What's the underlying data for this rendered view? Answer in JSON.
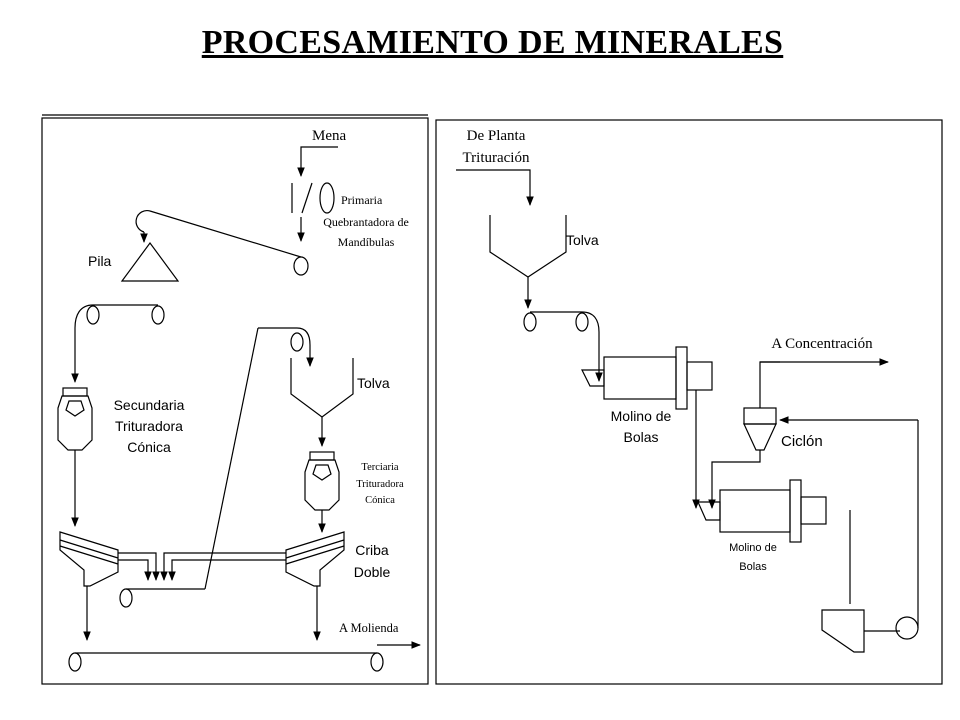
{
  "title": "PROCESAMIENTO DE MINERALES",
  "left": {
    "mena": "Mena",
    "primaria": [
      "Primaria",
      "Quebrantadora de",
      "Mandíbulas"
    ],
    "pila": "Pila",
    "secundaria": [
      "Secundaria",
      "Trituradora",
      "Cónica"
    ],
    "tolva": "Tolva",
    "terciaria": [
      "Terciaria",
      "Trituradora",
      "Cónica"
    ],
    "criba": [
      "Criba",
      "Doble"
    ],
    "a_molienda": "A Molienda"
  },
  "right": {
    "de_planta": [
      "De Planta",
      "Trituración"
    ],
    "tolva": "Tolva",
    "a_concentracion": "A Concentración",
    "molino1": [
      "Molino de",
      "Bolas"
    ],
    "ciclon": "Ciclón",
    "molino2": [
      "Molino de",
      "Bolas"
    ]
  }
}
